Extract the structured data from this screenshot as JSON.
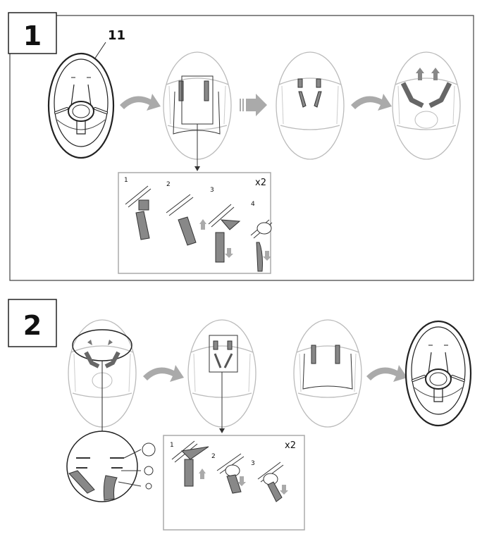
{
  "step1": {
    "number": "1",
    "part_label": "11",
    "inset": {
      "steps": [
        "1",
        "2",
        "3",
        "4"
      ],
      "repeat": "x2"
    }
  },
  "step2": {
    "number": "2",
    "inset": {
      "steps": [
        "1",
        "2",
        "3"
      ],
      "repeat": "x2"
    }
  },
  "colors": {
    "line": "#222222",
    "light_line": "#b5b5b5",
    "strap": "#8a8a8a",
    "arrow": "#a9a9a9"
  }
}
